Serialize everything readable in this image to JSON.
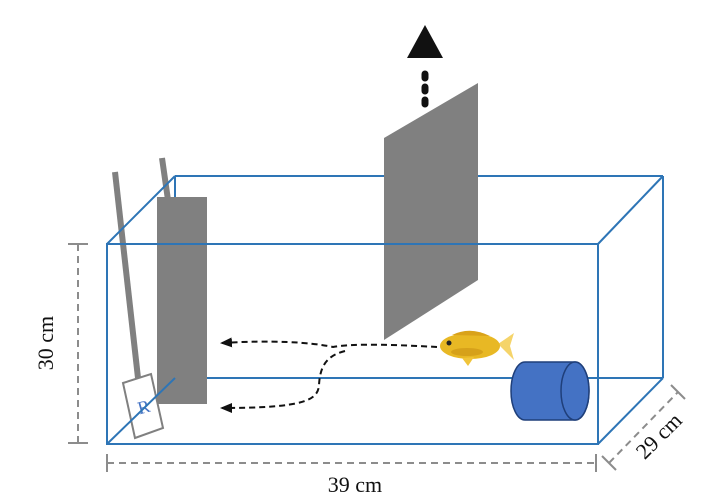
{
  "dimensions": {
    "height": "30 cm",
    "length": "39 cm",
    "depth": "29 cm"
  },
  "sign": {
    "letter": "R"
  },
  "colors": {
    "tank_outline": "#2e75b6",
    "panel": "#808080",
    "cylinder": "#4472c4",
    "cylinder_edge": "#1f3f7a",
    "arrow": "#111111",
    "dimension_line": "#8c8c8c",
    "fish_body": "#e8b824",
    "fish_tail": "#f5d46a"
  },
  "icons": {
    "fish": "fish-icon",
    "dashed_up_arrow": "dashed-up-arrow-icon"
  }
}
